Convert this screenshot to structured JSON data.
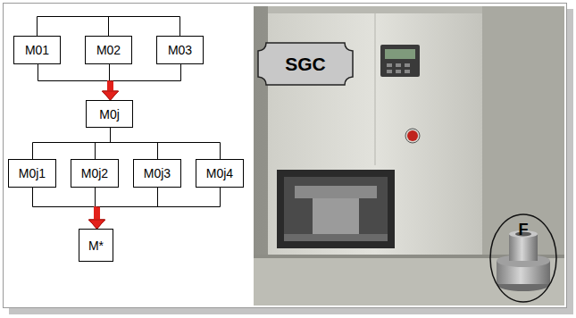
{
  "diagram": {
    "nodes": [
      {
        "text": [
          "M01"
        ]
      },
      {
        "text": [
          "M02"
        ]
      },
      {
        "text": [
          "M03"
        ]
      },
      {
        "text": [
          "M0j"
        ]
      },
      {
        "text": [
          "M0j1"
        ]
      },
      {
        "text": [
          "M0j2"
        ]
      },
      {
        "text": [
          "M0j3"
        ]
      },
      {
        "text": [
          "M0j4"
        ]
      },
      {
        "text": [
          "M*"
        ]
      },
      {
        "text": [
          "SGC"
        ]
      },
      {
        "text": [
          "F"
        ]
      }
    ],
    "edges": [
      {
        "from": 0,
        "to": 3,
        "arrow": "to"
      },
      {
        "from": 1,
        "to": 3,
        "arrow": "to"
      },
      {
        "from": 2,
        "to": 3,
        "arrow": "to"
      },
      {
        "from": 3,
        "to": 4,
        "arrow": "none"
      },
      {
        "from": 3,
        "to": 5,
        "arrow": "none"
      },
      {
        "from": 3,
        "to": 6,
        "arrow": "none"
      },
      {
        "from": 3,
        "to": 7,
        "arrow": "none"
      },
      {
        "from": 4,
        "to": 8,
        "arrow": "to"
      },
      {
        "from": 5,
        "to": 8,
        "arrow": "to"
      },
      {
        "from": 6,
        "to": 8,
        "arrow": "to"
      },
      {
        "from": 7,
        "to": 8,
        "arrow": "to"
      }
    ]
  }
}
